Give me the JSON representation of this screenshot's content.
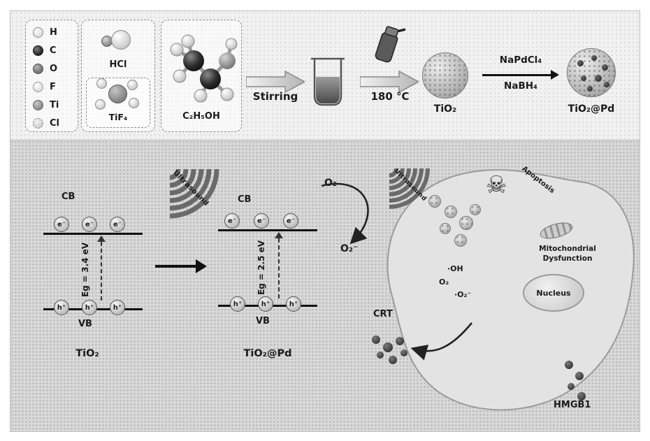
{
  "legend": {
    "items": [
      {
        "symbol": "H"
      },
      {
        "symbol": "C"
      },
      {
        "symbol": "O"
      },
      {
        "symbol": "F"
      },
      {
        "symbol": "Ti"
      },
      {
        "symbol": "Cl"
      }
    ]
  },
  "precursors": {
    "hcl": "HCl",
    "tif4": "TiF₄",
    "ethanol": "C₂H₅OH"
  },
  "synthesis": {
    "stirring": "Stirring",
    "temperature": "180 °C",
    "tio2": "TiO₂",
    "napdcl4": "NaPdCl₄",
    "nabh4": "NaBH₄",
    "tio2pd": "TiO₂@Pd"
  },
  "band_tio2": {
    "cb": "CB",
    "vb": "VB",
    "gap": "Eg = 3.4 eV",
    "electron": "e⁻",
    "hole": "h⁺",
    "material": "TiO₂"
  },
  "band_tio2pd": {
    "cb": "CB",
    "vb": "VB",
    "gap": "Eg = 2.5 eV",
    "electron": "e⁻",
    "hole": "h⁺",
    "material": "TiO₂@Pd",
    "o2": "O₂",
    "superoxide": "O₂⁻"
  },
  "ultrasound_left": "Ultrasound",
  "cell": {
    "ultrasound": "Ultrasound",
    "apoptosis": "Apoptosis",
    "apoptosis_icon": "☠",
    "mitochondrial_line1": "Mitochondrial",
    "mitochondrial_line2": "Dysfunction",
    "nucleus": "Nucleus",
    "crt": "CRT",
    "hydroxyl": "·OH",
    "o2": "O₂",
    "superoxide": "·O₂⁻",
    "hmgb1": "HMGB1"
  }
}
